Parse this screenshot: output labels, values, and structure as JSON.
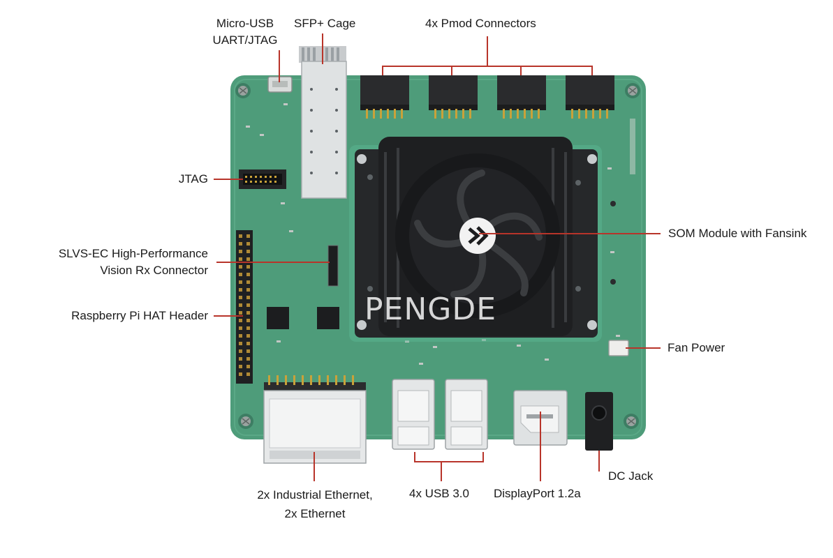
{
  "labels": {
    "micro_usb": [
      "Micro-USB",
      "UART/JTAG"
    ],
    "sfp_cage": "SFP+ Cage",
    "pmod": "4x Pmod Connectors",
    "jtag": "JTAG",
    "slvs": [
      "SLVS-EC High-Performance",
      "Vision Rx Connector"
    ],
    "rpi_hat": "Raspberry Pi HAT Header",
    "som": "SOM Module with Fansink",
    "fan_power": "Fan Power",
    "dc_jack": "DC Jack",
    "ethernet": [
      "2x Industrial Ethernet,",
      "2x Ethernet"
    ],
    "usb": "4x USB 3.0",
    "displayport": "DisplayPort 1.2a"
  },
  "watermark": "PENGDE",
  "colors": {
    "board": "#4e9c7a",
    "leader": "#b8342a",
    "heatsink": "#1e1f21",
    "header_pins": "#c9a23a"
  }
}
